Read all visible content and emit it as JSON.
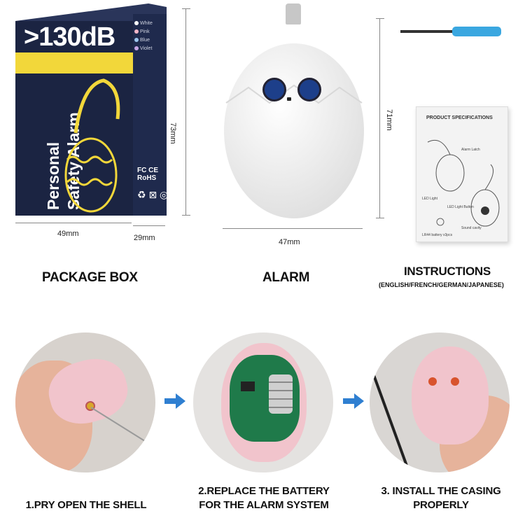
{
  "package": {
    "db_label": ">130dB",
    "title_line1": "Personal",
    "title_line2": "Safety Alarm",
    "colors": [
      "White",
      "Pink",
      "Blue",
      "Violet"
    ],
    "cert_text": "FC CE RoHS",
    "dim_width": "49mm",
    "dim_depth": "29mm",
    "dim_height": "73mm",
    "caption": "PACKAGE BOX"
  },
  "alarm": {
    "dim_width": "47mm",
    "dim_height": "71mm",
    "caption": "ALARM"
  },
  "instructions": {
    "sheet_title": "PRODUCT SPECIFICATIONS",
    "sheet_labels": [
      "Alarm Latch",
      "LED Light",
      "LED Light Button",
      "Sound cavity",
      "LR44 battery x3pcs"
    ],
    "caption": "INSTRUCTIONS",
    "languages": "(ENGLISH/FRENCH/GERMAN/JAPANESE)"
  },
  "steps": [
    {
      "label": "1.PRY OPEN THE SHELL"
    },
    {
      "label_line1": "2.REPLACE THE BATTERY",
      "label_line2": "FOR THE ALARM SYSTEM"
    },
    {
      "label_line1": "3. INSTALL THE CASING",
      "label_line2": "PROPERLY"
    }
  ],
  "colors": {
    "box_navy": "#1b2442",
    "box_yellow": "#f2d73a",
    "arrow_blue": "#2f7fd1",
    "shell_pink": "#f1c4cc",
    "pcb_green": "#1f7a4a",
    "screwdriver_blue": "#3aa7e0"
  }
}
